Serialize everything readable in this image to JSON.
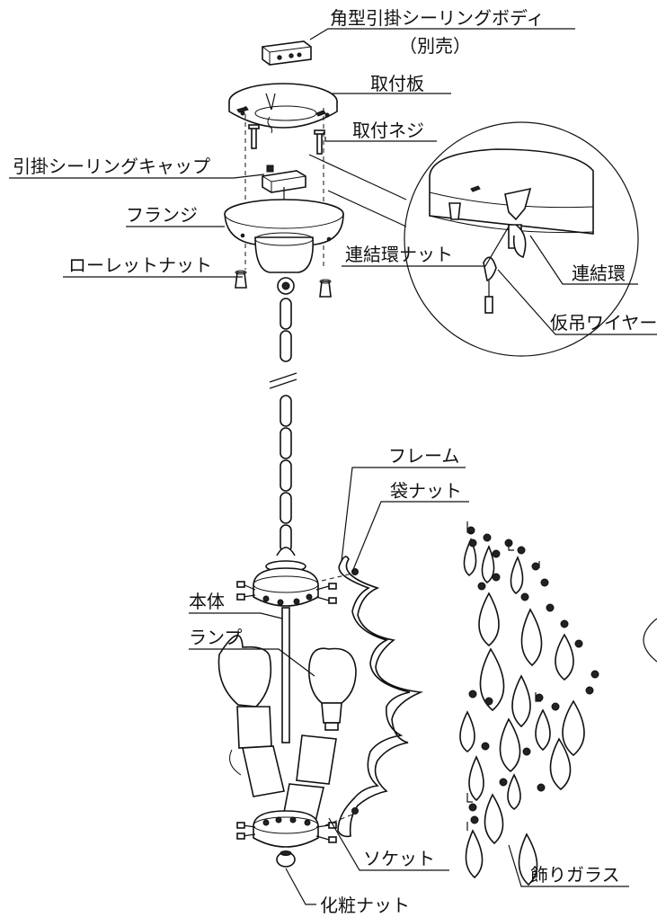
{
  "labels": {
    "ceiling_body": "角型引掛シーリングボディ",
    "sold_separately": "（別売）",
    "mount_plate": "取付板",
    "mount_screw": "取付ネジ",
    "ceiling_cap": "引掛シーリングキャップ",
    "flange": "フランジ",
    "knurled_nut": "ローレットナット",
    "link_ring_nut": "連結環ナット",
    "link_ring": "連結環",
    "temp_wire": "仮吊ワイヤー",
    "frame": "フレーム",
    "cap_nut": "袋ナット",
    "body": "本体",
    "lamp": "ランプ",
    "socket": "ソケット",
    "decor_glass": "飾りガラス",
    "decor_nut": "化粧ナット"
  }
}
